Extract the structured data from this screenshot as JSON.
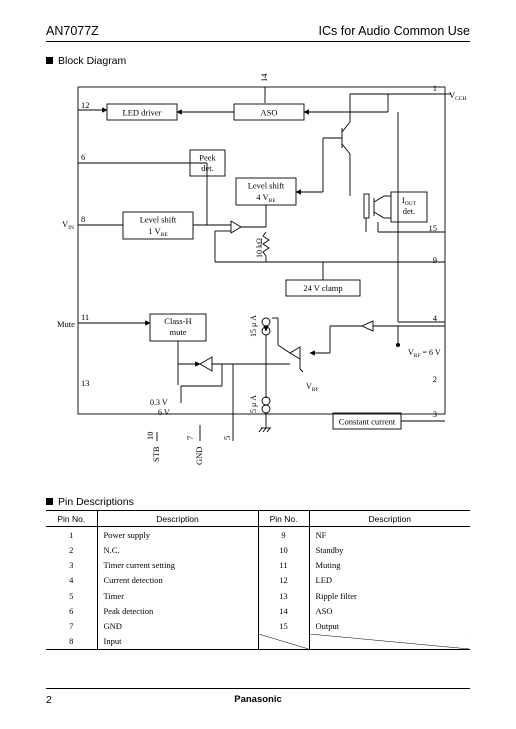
{
  "header": {
    "part_number": "AN7077Z",
    "category": "ICs for Audio Common Use"
  },
  "block_diagram": {
    "section_title": "Block Diagram",
    "blocks": {
      "led_driver": "LED driver",
      "aso": "ASO",
      "peak_det_1": "Peek",
      "peak_det_2": "det.",
      "level_shift_4vbe_1": "Level shift",
      "level_shift_4vbe_2a": "4 V",
      "level_shift_4vbe_2b": "BE",
      "level_shift_1vbe_1": "Level shift",
      "level_shift_1vbe_2a": "1 V",
      "level_shift_1vbe_2b": "BE",
      "iout_det_1a": "I",
      "iout_det_1b": "OUT",
      "iout_det_2": "det.",
      "clamp_24v": "24 V clamp",
      "class_h_mute_1": "Class-H",
      "class_h_mute_2": "mute",
      "constant_current": "Constant current"
    },
    "pin_labels": {
      "p1": "1",
      "p2": "2",
      "p3": "3",
      "p4": "4",
      "p5": "5",
      "p7": "7",
      "p6": "6",
      "p8": "8",
      "p9": "9",
      "p10": "10",
      "p11": "11",
      "p12": "12",
      "p13": "13",
      "p14": "14",
      "p15": "15"
    },
    "pin_names": {
      "vcch_a": "V",
      "vcch_b": "CCH",
      "vin_a": "V",
      "vin_b": "IN",
      "mute": "Mute",
      "stb": "STB",
      "gnd": "GND"
    },
    "annotations": {
      "r10k": "10 kΩ",
      "i15ua": "15 μ A",
      "i5ua": "5 μ A",
      "vrf_6v_a": "V",
      "vrf_6v_b": "RF",
      "vrf_6v_c": " = 6 V",
      "vrf_a": "V",
      "vrf_b": "RF",
      "v03": "0.3 V",
      "v6": "6 V"
    }
  },
  "pin_descriptions": {
    "section_title": "Pin Descriptions",
    "headers": [
      "Pin No.",
      "Description",
      "Pin No.",
      "Description"
    ],
    "rows": [
      {
        "pin_a": "1",
        "desc_a": "Power supply",
        "pin_b": "9",
        "desc_b": "NF"
      },
      {
        "pin_a": "2",
        "desc_a": "N.C.",
        "pin_b": "10",
        "desc_b": "Standby"
      },
      {
        "pin_a": "3",
        "desc_a": "Timer current setting",
        "pin_b": "11",
        "desc_b": "Muting"
      },
      {
        "pin_a": "4",
        "desc_a": "Current detection",
        "pin_b": "12",
        "desc_b": "LED"
      },
      {
        "pin_a": "5",
        "desc_a": "Timer",
        "pin_b": "13",
        "desc_b": "Ripple filter"
      },
      {
        "pin_a": "6",
        "desc_a": "Peak detection",
        "pin_b": "14",
        "desc_b": "ASO"
      },
      {
        "pin_a": "7",
        "desc_a": "GND",
        "pin_b": "15",
        "desc_b": "Output"
      },
      {
        "pin_a": "8",
        "desc_a": "Input",
        "pin_b": "",
        "desc_b": ""
      }
    ]
  },
  "footer": {
    "page_number": "2",
    "brand": "Panasonic"
  }
}
